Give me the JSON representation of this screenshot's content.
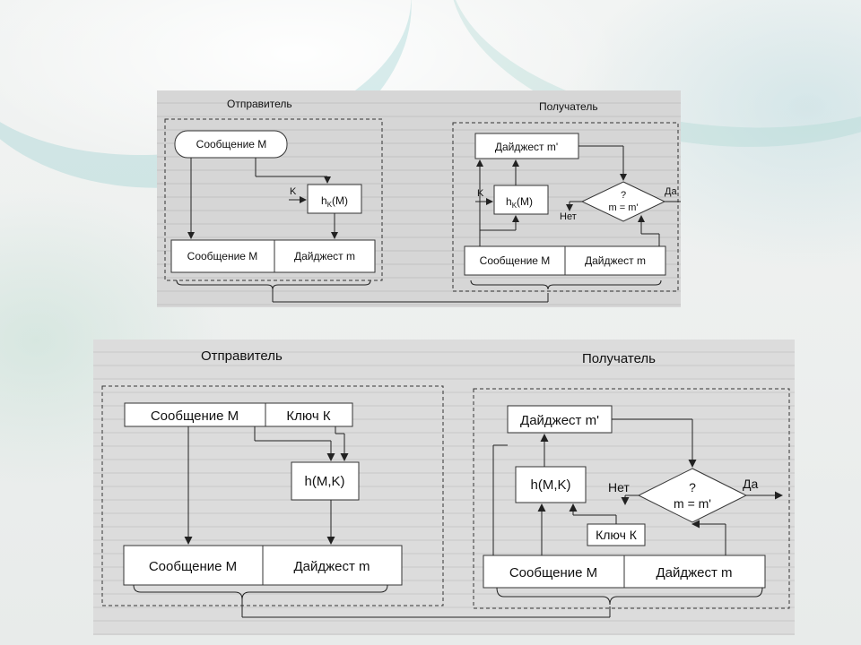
{
  "top": {
    "sender_title": "Отправитель",
    "receiver_title": "Получатель",
    "msg_rounded": "Сообщение М",
    "k_label": "K",
    "hk_main": "h",
    "hk_sub": "K",
    "hk_arg": "(M)",
    "out_message": "Сообщение М",
    "out_digest": "Дайджест m",
    "r_digest_prime": "Дайджест m'",
    "r_k_label": "K",
    "r_hk_main": "h",
    "r_hk_sub": "K",
    "r_hk_arg": "(M)",
    "decision_q": "?",
    "decision_text": "m = m'",
    "yes": "Да",
    "no": "Нет",
    "in_message": "Сообщение М",
    "in_digest": "Дайджест m"
  },
  "bottom": {
    "sender_title": "Отправитель",
    "receiver_title": "Получатель",
    "msg": "Сообщение М",
    "key": "Ключ К",
    "hmk": "h(M,K)",
    "out_message": "Сообщение М",
    "out_digest": "Дайджест m",
    "r_digest_prime": "Дайджест m'",
    "r_hmk": "h(M,K)",
    "decision_q": "?",
    "decision_text": "m = m'",
    "yes": "Да",
    "no": "Нет",
    "r_key": "Ключ К",
    "in_message": "Сообщение М",
    "in_digest": "Дайджест m"
  }
}
